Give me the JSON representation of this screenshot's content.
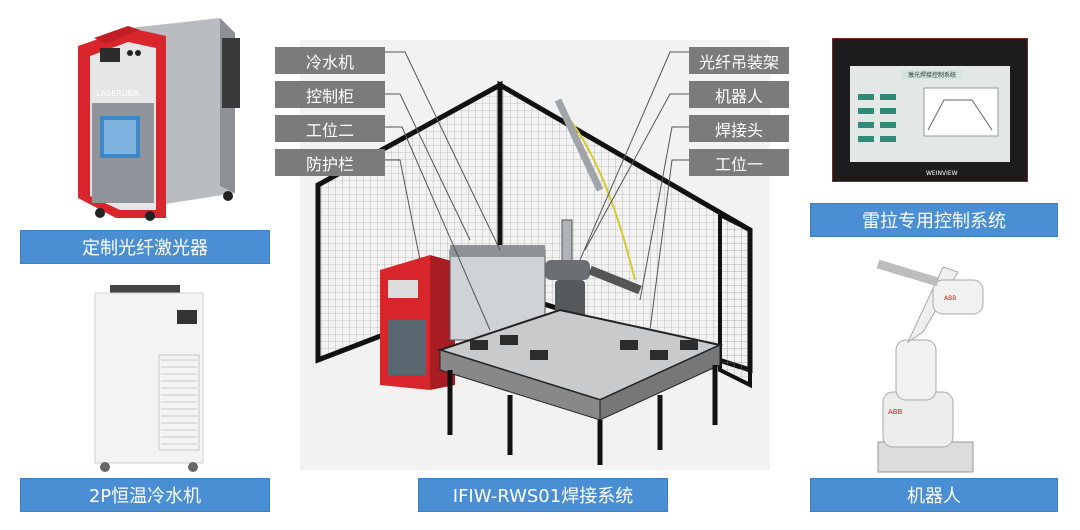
{
  "left_column": {
    "top_caption": "定制光纤激光器",
    "bottom_caption": "2P恒温冷水机",
    "laser_brand": "LASERUBA"
  },
  "right_column": {
    "top_caption": "雷拉专用控制系统",
    "bottom_caption": "机器人",
    "screen_title": "激光焊接控制系统",
    "screen_brand": "WEINVIEW",
    "robot_brand": "ABB"
  },
  "center": {
    "caption": "IFIW-RWS01焊接系统",
    "callouts_left": [
      "冷水机",
      "控制柜",
      "工位二",
      "防护栏"
    ],
    "callouts_right": [
      "光纤吊装架",
      "机器人",
      "焊接头",
      "工位一"
    ]
  },
  "colors": {
    "caption_blue": "#4a8fd3",
    "callout_gray": "#7b7b7b",
    "laser_red": "#d9262c"
  }
}
